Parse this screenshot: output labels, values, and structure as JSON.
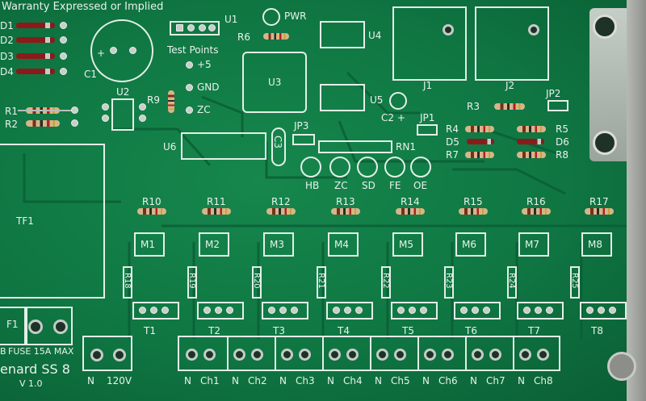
{
  "header_text": "Warranty Expressed or Implied",
  "left_labels": [
    "D1",
    "D2",
    "D3",
    "D4",
    "R1",
    "R2",
    "C1",
    "U2",
    "R9",
    "TF1",
    "F1"
  ],
  "fuse_text": "FUSE 15A MAX",
  "fuse_prefix": "B",
  "brand": "enard SS 8",
  "version": "V 1.0",
  "test_points": {
    "title": "Test Points",
    "items": [
      "+5",
      "GND",
      "ZC"
    ]
  },
  "top_labels": {
    "u1": "U1",
    "pwr": "PWR",
    "r6": "R6",
    "u4": "U4",
    "u3": "U3",
    "u5": "U5",
    "c3": "C3",
    "jp3": "JP3",
    "u6": "U6",
    "rn1": "RN1",
    "c2": "C2 +",
    "j1": "J1",
    "j2": "J2",
    "r3": "R3",
    "jp2": "JP2",
    "jp1": "JP1"
  },
  "right_parts": [
    {
      "left": "R4",
      "right": "R5"
    },
    {
      "left": "D5",
      "right": "D6"
    },
    {
      "left": "R7",
      "right": "R8"
    }
  ],
  "leds": [
    "HB",
    "ZC",
    "SD",
    "FE",
    "OE"
  ],
  "channels": [
    {
      "r": "R10",
      "m": "M1",
      "rb": "R18",
      "t": "T1"
    },
    {
      "r": "R11",
      "m": "M2",
      "rb": "R19",
      "t": "T2"
    },
    {
      "r": "R12",
      "m": "M3",
      "rb": "R20",
      "t": "T3"
    },
    {
      "r": "R13",
      "m": "M4",
      "rb": "R21",
      "t": "T4"
    },
    {
      "r": "R14",
      "m": "M5",
      "rb": "R22",
      "t": "T5"
    },
    {
      "r": "R15",
      "m": "M6",
      "rb": "R23",
      "t": "T6"
    },
    {
      "r": "R16",
      "m": "M7",
      "rb": "R24",
      "t": "T7"
    },
    {
      "r": "R17",
      "m": "M8",
      "rb": "R25",
      "t": "T8"
    }
  ],
  "power_terminal": [
    "N",
    "120V"
  ],
  "channel_terminal": [
    "N",
    "Ch1",
    "N",
    "Ch2",
    "N",
    "Ch3",
    "N",
    "Ch4",
    "N",
    "Ch5",
    "N",
    "Ch6",
    "N",
    "Ch7",
    "N",
    "Ch8"
  ],
  "colors": {
    "board": "#0f7642",
    "silkscreen": "#e9f2ec",
    "pad": "#c7cfc9"
  }
}
